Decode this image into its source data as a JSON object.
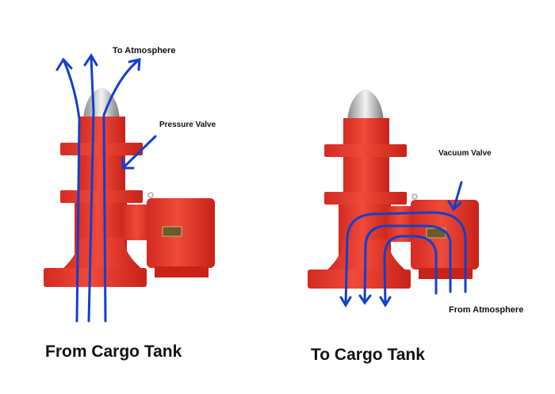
{
  "labels": {
    "to_atmosphere": "To Atmosphere",
    "pressure_valve": "Pressure Valve",
    "vacuum_valve": "Vacuum Valve",
    "from_atmosphere": "From Atmosphere",
    "from_cargo_tank": "From Cargo Tank",
    "to_cargo_tank": "To Cargo Tank"
  },
  "colors": {
    "valve_red": "#e8352b",
    "arrow_blue": "#1440c8",
    "cone_silver": "#c8c8c8"
  }
}
